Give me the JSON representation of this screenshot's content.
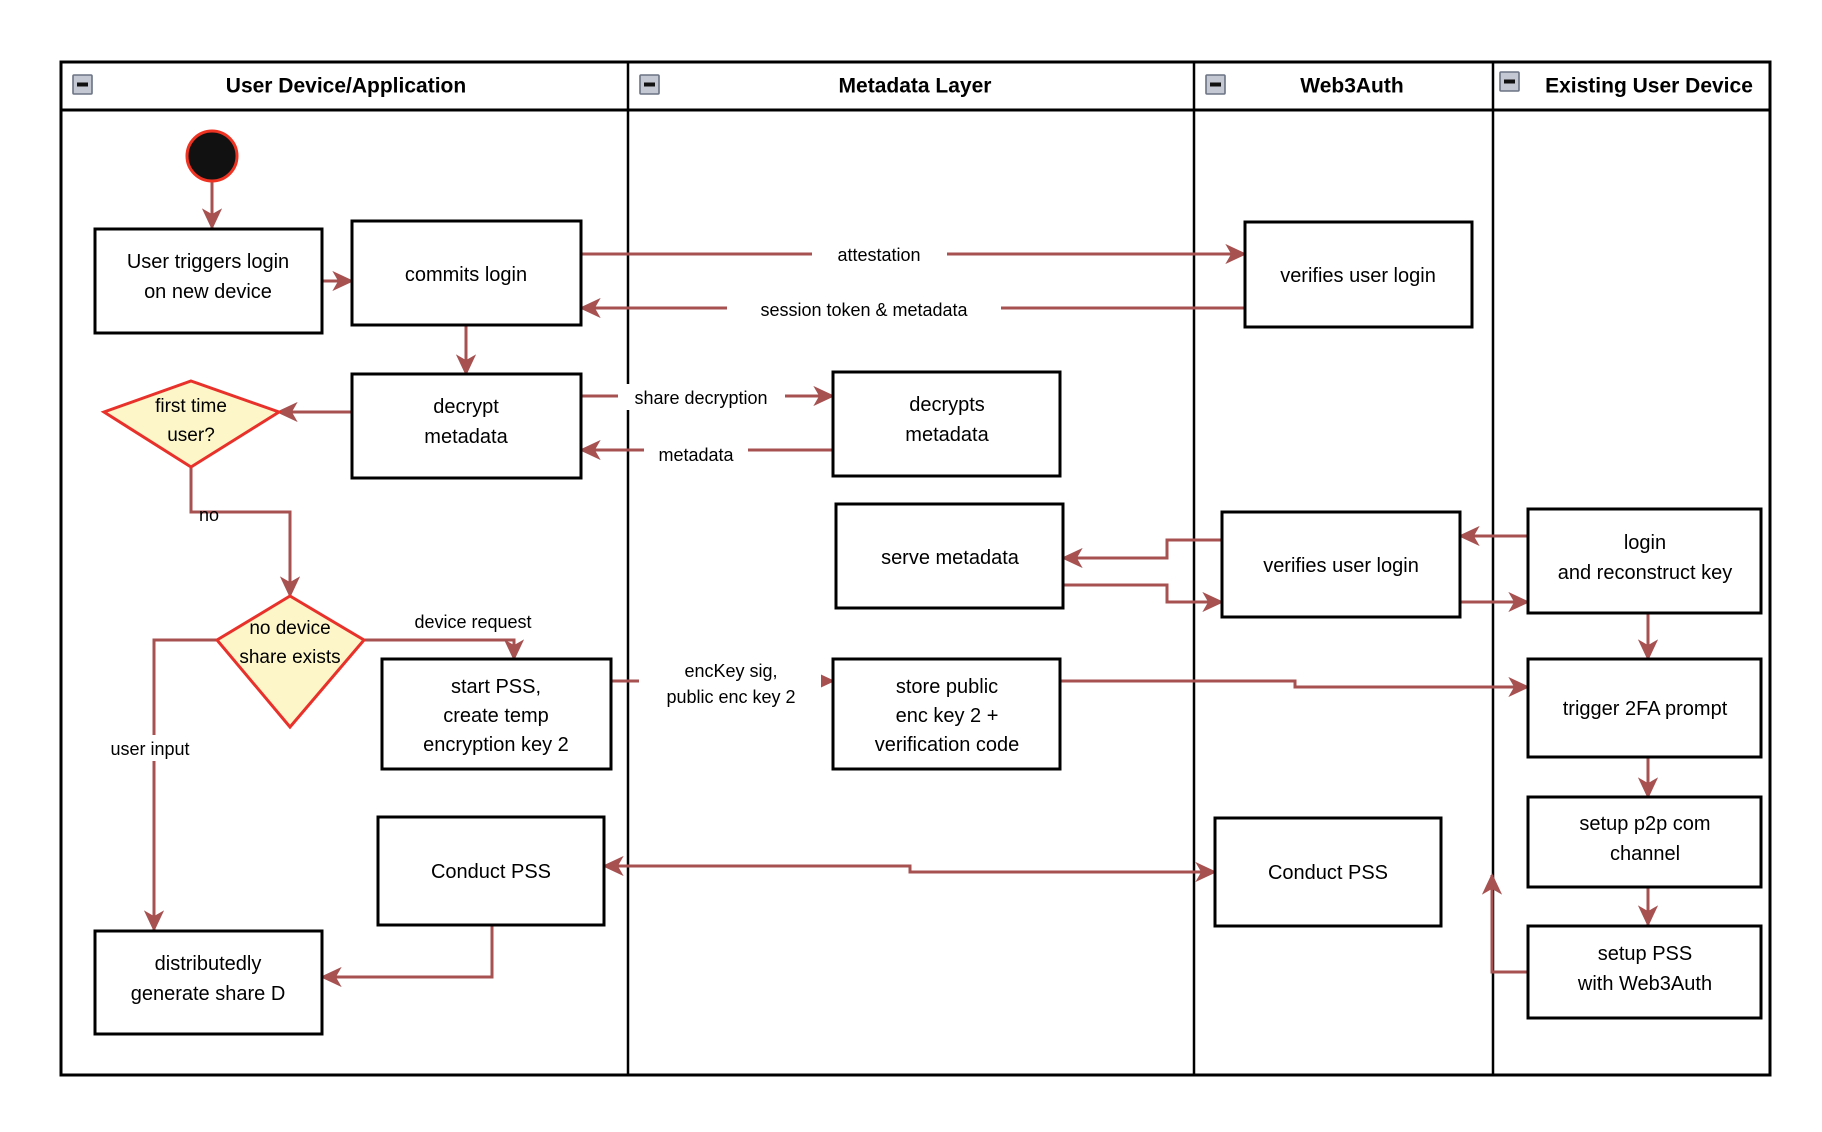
{
  "diagram": {
    "kind": "uml-activity-swimlane",
    "title": "Web3Auth new-device login and key reconstruction flow",
    "colors": {
      "background": "#ffffff",
      "lane_border": "#000000",
      "activity_border": "#000000",
      "activity_fill": "#ffffff",
      "decision_border": "#e8312a",
      "decision_fill": "#fdf6c9",
      "flow_arrow": "#a75151",
      "start_node_fill": "#111111",
      "start_node_border": "#ee3322",
      "collapse_icon_fill": "#c3c8d2"
    }
  },
  "lanes": [
    {
      "id": "user-device",
      "label": "User Device/Application",
      "collapse_icon": "minus-box-icon"
    },
    {
      "id": "metadata-layer",
      "label": "Metadata Layer",
      "collapse_icon": "minus-box-icon"
    },
    {
      "id": "web3auth",
      "label": "Web3Auth",
      "collapse_icon": "minus-box-icon"
    },
    {
      "id": "existing-device",
      "label": "Existing User Device",
      "collapse_icon": "minus-box-icon"
    }
  ],
  "nodes": {
    "start": {
      "type": "initial-node",
      "label": ""
    },
    "user_triggers_login": {
      "type": "activity",
      "lane": "user-device",
      "lines": [
        "User triggers login",
        "on new device"
      ]
    },
    "commits_login": {
      "type": "activity",
      "lane": "user-device",
      "lines": [
        "commits login"
      ]
    },
    "decrypt_metadata": {
      "type": "activity",
      "lane": "user-device",
      "lines": [
        "decrypt",
        "metadata"
      ]
    },
    "first_time_user": {
      "type": "decision",
      "lane": "user-device",
      "lines": [
        "first time",
        "user?"
      ]
    },
    "no_device_share": {
      "type": "decision",
      "lane": "user-device",
      "lines": [
        "no device",
        "share exists"
      ]
    },
    "start_pss": {
      "type": "activity",
      "lane": "user-device",
      "lines": [
        "start PSS,",
        "create temp",
        "encryption key 2"
      ]
    },
    "conduct_pss_user": {
      "type": "activity",
      "lane": "user-device",
      "lines": [
        "Conduct PSS"
      ]
    },
    "generate_share_d": {
      "type": "activity",
      "lane": "user-device",
      "lines": [
        "distributedly",
        "generate share D"
      ]
    },
    "decrypts_metadata": {
      "type": "activity",
      "lane": "metadata-layer",
      "lines": [
        "decrypts",
        "metadata"
      ]
    },
    "serve_metadata": {
      "type": "activity",
      "lane": "metadata-layer",
      "lines": [
        "serve metadata"
      ]
    },
    "store_public_enc_key": {
      "type": "activity",
      "lane": "metadata-layer",
      "lines": [
        "store public",
        "enc key 2 +",
        "verification code"
      ]
    },
    "verifies_user_login_top": {
      "type": "activity",
      "lane": "web3auth",
      "lines": [
        "verifies user login"
      ]
    },
    "verifies_user_login_mid": {
      "type": "activity",
      "lane": "web3auth",
      "lines": [
        "verifies user login"
      ]
    },
    "conduct_pss_web3auth": {
      "type": "activity",
      "lane": "web3auth",
      "lines": [
        "Conduct PSS"
      ]
    },
    "login_reconstruct_key": {
      "type": "activity",
      "lane": "existing-device",
      "lines": [
        "login",
        "and reconstruct key"
      ]
    },
    "trigger_2fa": {
      "type": "activity",
      "lane": "existing-device",
      "lines": [
        "trigger 2FA prompt"
      ]
    },
    "setup_p2p": {
      "type": "activity",
      "lane": "existing-device",
      "lines": [
        "setup p2p com",
        "channel"
      ]
    },
    "setup_pss_web3auth": {
      "type": "activity",
      "lane": "existing-device",
      "lines": [
        "setup PSS",
        "with Web3Auth"
      ]
    }
  },
  "edge_labels": {
    "attestation": "attestation",
    "session_token": "session token & metadata",
    "share_decryption": "share decryption",
    "metadata": "metadata",
    "first_time_no": "no",
    "device_request": "device request",
    "user_input": "user input",
    "enckey_sig_l1": "encKey sig,",
    "enckey_sig_l2": "public enc key 2"
  },
  "flows": [
    {
      "from": "start",
      "to": "user_triggers_login",
      "label": ""
    },
    {
      "from": "user_triggers_login",
      "to": "commits_login",
      "label": ""
    },
    {
      "from": "commits_login",
      "to": "verifies_user_login_top",
      "label": "attestation"
    },
    {
      "from": "verifies_user_login_top",
      "to": "commits_login",
      "label": "session token & metadata"
    },
    {
      "from": "commits_login",
      "to": "decrypt_metadata",
      "label": ""
    },
    {
      "from": "decrypt_metadata",
      "to": "decrypts_metadata",
      "label": "share decryption"
    },
    {
      "from": "decrypts_metadata",
      "to": "first_time_user",
      "label": "metadata"
    },
    {
      "from": "decrypt_metadata",
      "to": "first_time_user",
      "label": ""
    },
    {
      "from": "first_time_user",
      "to": "no_device_share",
      "label": "no"
    },
    {
      "from": "no_device_share",
      "to": "start_pss",
      "label": "device request"
    },
    {
      "from": "no_device_share",
      "to": "generate_share_d",
      "label": "user input"
    },
    {
      "from": "start_pss",
      "to": "store_public_enc_key",
      "label": "encKey sig, public enc key 2"
    },
    {
      "from": "store_public_enc_key",
      "to": "trigger_2fa",
      "label": ""
    },
    {
      "from": "login_reconstruct_key",
      "to": "verifies_user_login_mid",
      "label": ""
    },
    {
      "from": "verifies_user_login_mid",
      "to": "serve_metadata",
      "label": ""
    },
    {
      "from": "serve_metadata",
      "to": "verifies_user_login_mid",
      "label": ""
    },
    {
      "from": "verifies_user_login_mid",
      "to": "login_reconstruct_key",
      "label": ""
    },
    {
      "from": "login_reconstruct_key",
      "to": "trigger_2fa",
      "label": ""
    },
    {
      "from": "trigger_2fa",
      "to": "setup_p2p",
      "label": ""
    },
    {
      "from": "setup_p2p",
      "to": "setup_pss_web3auth",
      "label": ""
    },
    {
      "from": "conduct_pss_web3auth",
      "to": "conduct_pss_user",
      "label": ""
    },
    {
      "from": "setup_pss_web3auth",
      "to": "conduct_pss_web3auth",
      "label": ""
    },
    {
      "from": "conduct_pss_user",
      "to": "generate_share_d",
      "label": ""
    }
  ]
}
